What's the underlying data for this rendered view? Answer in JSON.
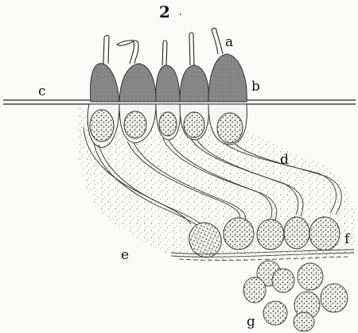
{
  "figure": {
    "number": "2",
    "number_suffix": "."
  },
  "labels": {
    "a": "a",
    "b": "b",
    "c": "c",
    "d": "d",
    "e": "e",
    "f": "f",
    "g": "g"
  },
  "colors": {
    "ink": "#1a1a1a",
    "cell_fill": "#8d8d8d",
    "stipple": "#555555",
    "paper": "#fbfbfa"
  }
}
